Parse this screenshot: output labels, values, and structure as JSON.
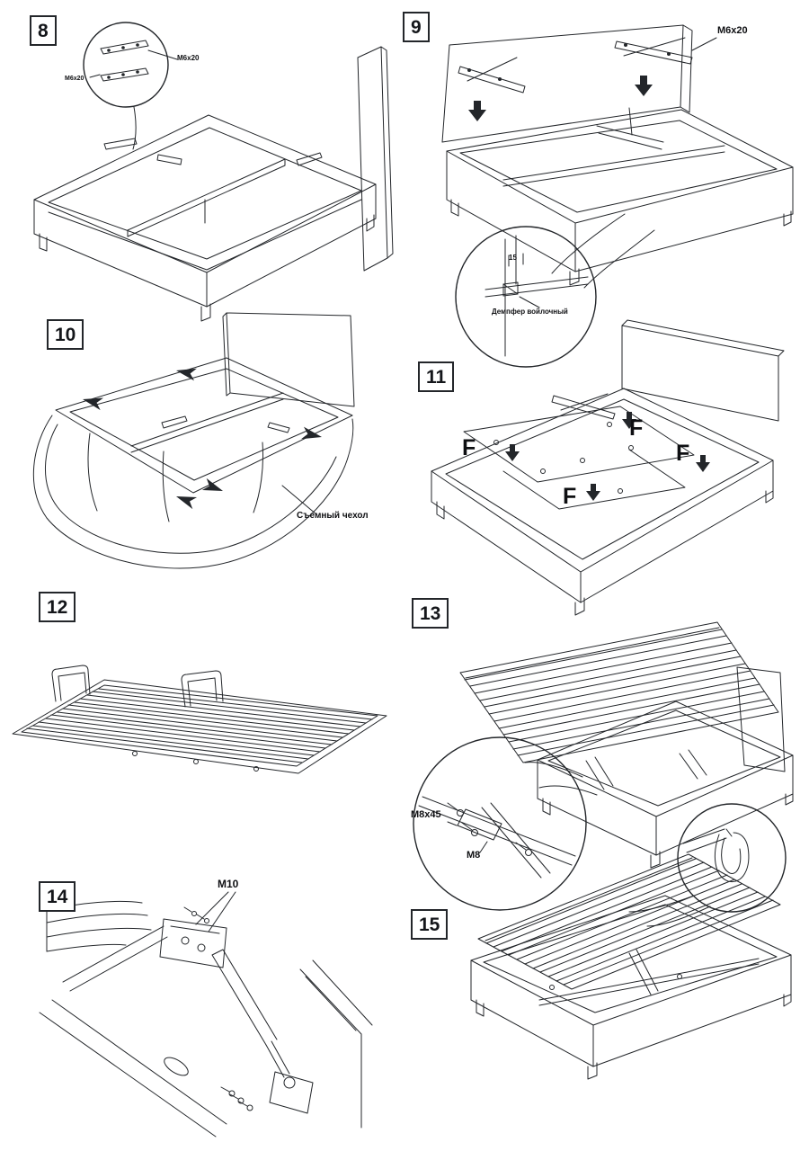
{
  "page": {
    "background": "#ffffff",
    "line_color": "#23262a"
  },
  "steps": {
    "s8": {
      "number": "8",
      "labels": {
        "bolt_small": "M6x20",
        "bolt": "M6x20"
      }
    },
    "s9": {
      "number": "9",
      "labels": {
        "bolt": "M6x20",
        "dimension": "15",
        "damper": "Демпфер войлочный"
      }
    },
    "s10": {
      "number": "10",
      "labels": {
        "cover": "Съемный чехол"
      }
    },
    "s11": {
      "number": "11",
      "labels": {
        "f": "F"
      }
    },
    "s12": {
      "number": "12"
    },
    "s13": {
      "number": "13",
      "labels": {
        "bolt_long": "M8x45",
        "bolt": "M8"
      }
    },
    "s14": {
      "number": "14",
      "labels": {
        "bolt": "M10"
      }
    },
    "s15": {
      "number": "15"
    }
  }
}
